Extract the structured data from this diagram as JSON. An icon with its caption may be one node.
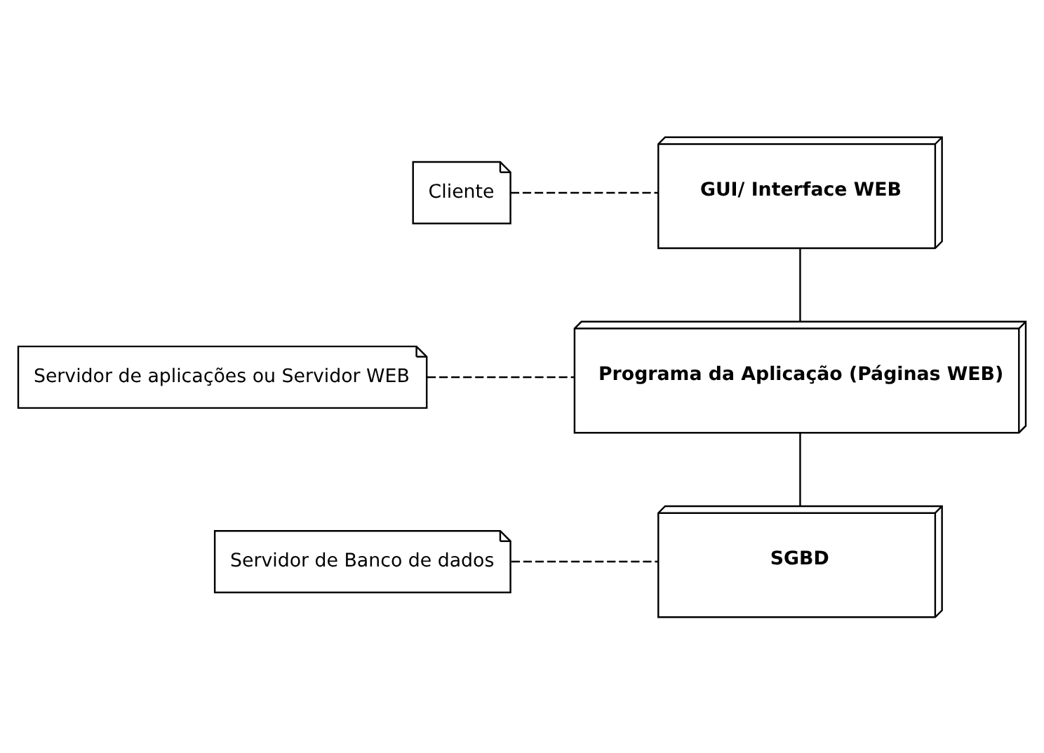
{
  "diagram": {
    "nodes": [
      {
        "text": [
          "Cliente"
        ]
      },
      {
        "text": [
          "GUI/ Interface WEB"
        ]
      },
      {
        "text": [
          "Servidor de aplicações ou Servidor WEB"
        ]
      },
      {
        "text": [
          "Programa da Aplicação (Páginas WEB)"
        ]
      },
      {
        "text": [
          "Servidor de Banco de dados"
        ]
      },
      {
        "text": [
          "SGBD"
        ]
      }
    ],
    "edges": [
      {
        "from": 0,
        "to": 1,
        "arrow": "none",
        "style": "dashed"
      },
      {
        "from": 1,
        "to": 3,
        "arrow": "none"
      },
      {
        "from": 2,
        "to": 3,
        "arrow": "none",
        "style": "dashed"
      },
      {
        "from": 3,
        "to": 5,
        "arrow": "none"
      },
      {
        "from": 4,
        "to": 5,
        "arrow": "none",
        "style": "dashed"
      }
    ]
  }
}
